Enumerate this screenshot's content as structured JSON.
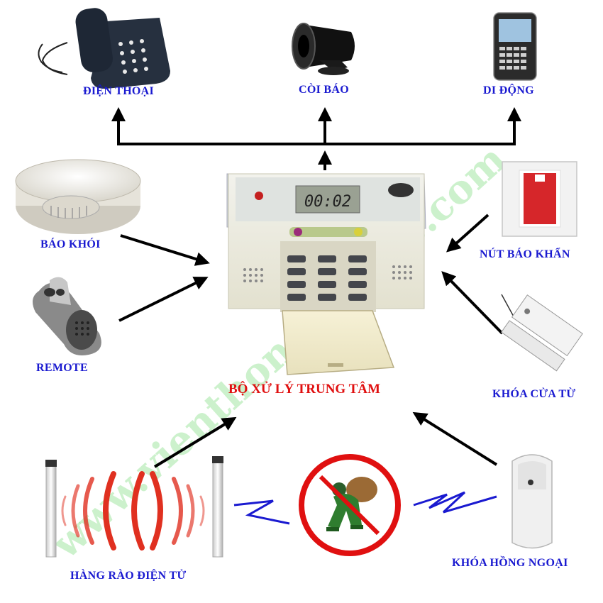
{
  "devices": {
    "phone": "ĐIỆN THOẠI",
    "siren": "CÒI BÁO",
    "mobile": "DI ĐỘNG",
    "smoke": "BÁO KHÓI",
    "remote": "REMOTE",
    "panic": "NÚT BÁO KHẨN",
    "door": "KHÓA CỬA TỪ",
    "fence": "HÀNG RÀO ĐIỆN TỬ",
    "pir": "KHÓA HỒNG NGOẠI"
  },
  "center": {
    "label": "BỘ XỬ LÝ TRUNG TÂM",
    "display": "00:02"
  },
  "watermark": "www.vienthongnuocte.com",
  "colors": {
    "label": "#1a1ad0",
    "center_label": "#e01010",
    "arrow": "#000000",
    "watermark": "#8fe08f",
    "signal": "#1a1ad0",
    "fence_wave": "#e03020",
    "no_symbol": "#e01010"
  }
}
